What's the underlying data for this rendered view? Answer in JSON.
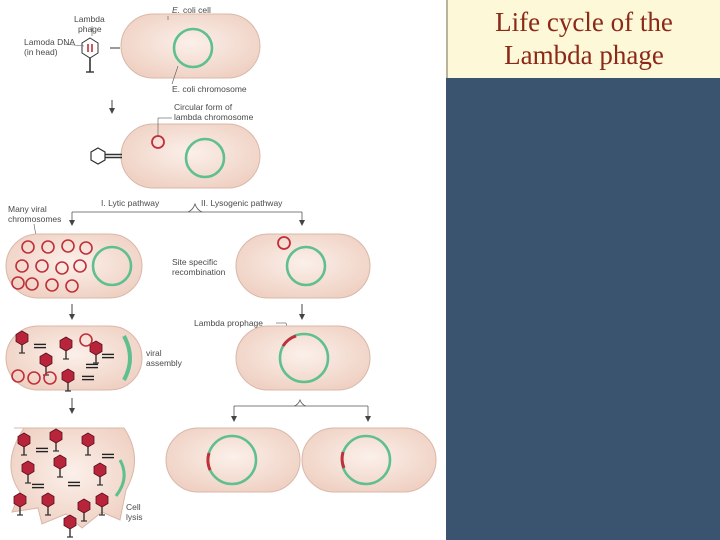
{
  "title": {
    "line1": "Life cycle of the",
    "line2": "Lambda phage"
  },
  "diagram": {
    "labels": {
      "lambda_phage": [
        "Lambda",
        "phage"
      ],
      "ecoli_cell_prefix": "E.",
      "ecoli_cell_rest": "coli cell",
      "lambda_dna": [
        "Lamoda DNA",
        "(in head)"
      ],
      "ecoli_chromosome": "E. coli chromosome",
      "circular_form": [
        "Circular form of",
        "lambda chromosome"
      ],
      "lytic_pathway": "I. Lytic pathway",
      "lysogenic_pathway": "II. Lysogenic pathway",
      "many_viral": [
        "Many viral",
        "chromosomes"
      ],
      "site_specific": [
        "Site specific",
        "recombination"
      ],
      "lambda_prophage": "Lambda prophage",
      "viral_assembly": [
        "viral",
        "assembly"
      ],
      "cell_lysis": [
        "Cell",
        "lysis"
      ]
    },
    "colors": {
      "cell_fill": "#f7e4da",
      "host_chromosome": "#5fbf8f",
      "lambda_dna": "#c0303a",
      "phage_head": "#b8253a",
      "background_panel": "#3a5470",
      "title_box": "#fcf8d8",
      "title_text": "#8b2818"
    }
  }
}
